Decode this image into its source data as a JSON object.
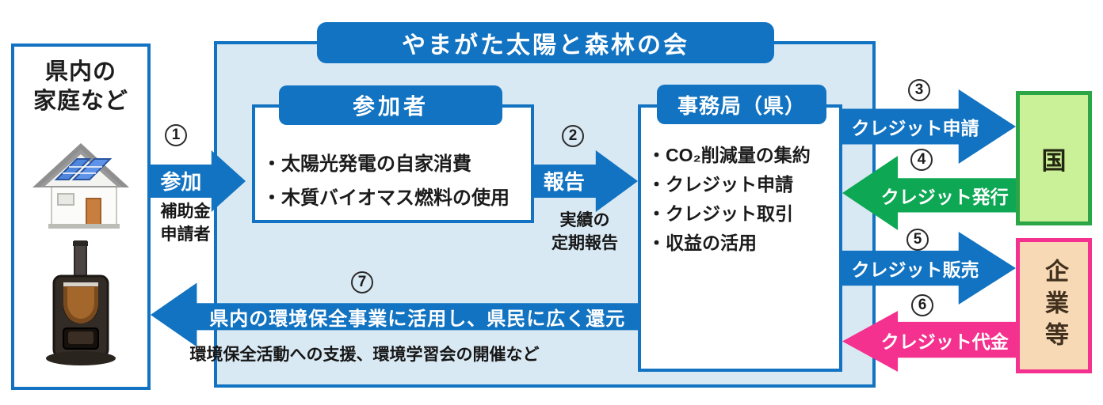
{
  "colors": {
    "primary_blue": "#1173C1",
    "container_light_blue": "#D9E9F4",
    "green_arrow": "#0EA854",
    "gov_fill": "#CBF198",
    "gov_border": "#2BA546",
    "pink_arrow": "#F4318E",
    "companies_fill": "#F8D9B6"
  },
  "households": {
    "title_line1": "県内の",
    "title_line2": "家庭など"
  },
  "association": {
    "title": "やまがた太陽と森林の会"
  },
  "participants": {
    "header": "参加者",
    "bullets": [
      "・太陽光発電の自家消費",
      "・木質バイオマス燃料の使用"
    ]
  },
  "secretariat": {
    "header": "事務局（県）",
    "bullets": [
      "・CO₂削減量の集約",
      "・クレジット申請",
      "・クレジット取引",
      "・収益の活用"
    ]
  },
  "flows": {
    "f1": {
      "number": "1",
      "label": "参加",
      "note_line1": "補助金",
      "note_line2": "申請者"
    },
    "f2": {
      "number": "2",
      "label": "報告",
      "note_line1": "実績の",
      "note_line2": "定期報告"
    },
    "f3": {
      "number": "3",
      "label": "クレジット申請"
    },
    "f4": {
      "number": "4",
      "label": "クレジット発行"
    },
    "f5": {
      "number": "5",
      "label": "クレジット販売"
    },
    "f6": {
      "number": "6",
      "label": "クレジット代金"
    },
    "f7": {
      "number": "7",
      "label": "県内の環境保全事業に活用し、県民に広く還元",
      "note": "環境保全活動への支援、環境学習会の開催など"
    }
  },
  "government": {
    "label": "国"
  },
  "companies": {
    "label": "企業等"
  }
}
